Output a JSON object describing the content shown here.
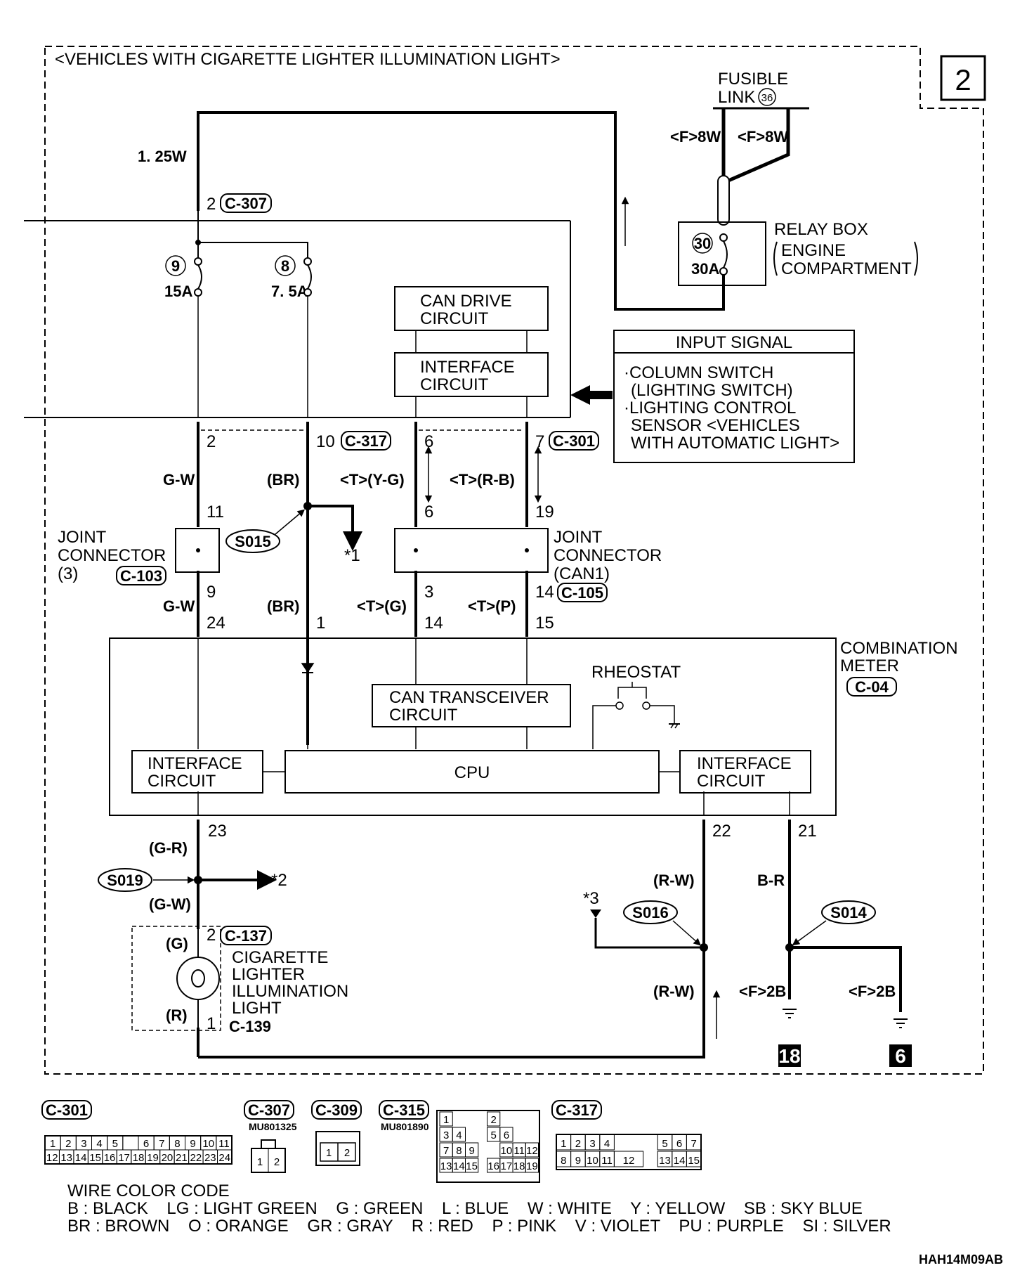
{
  "header": {
    "variant": "<VEHICLES WITH CIGARETTE LIGHTER ILLUMINATION LIGHT>",
    "page_box": "2"
  },
  "fusible_link": {
    "line1": "FUSIBLE",
    "line2": "LINK",
    "number": "36",
    "wire_left": "<F>8W",
    "wire_right": "<F>8W"
  },
  "relay_box": {
    "line1": "RELAY BOX",
    "line2": "ENGINE",
    "line3": "COMPARTMENT",
    "fuse_no": "30",
    "fuse_amp": "30A"
  },
  "top_wire": {
    "gauge": "1. 25W",
    "pin": "2",
    "connector": "C-307"
  },
  "fuses": [
    {
      "no": "9",
      "amp": "15A"
    },
    {
      "no": "8",
      "amp": "7. 5A"
    }
  ],
  "can_drive": {
    "line1": "CAN DRIVE",
    "line2": "CIRCUIT"
  },
  "interface_top": {
    "line1": "INTERFACE",
    "line2": "CIRCUIT"
  },
  "input_signal": {
    "title": "INPUT SIGNAL",
    "lines": [
      "·COLUMN SWITCH",
      "(LIGHTING SWITCH)",
      "·LIGHTING CONTROL",
      "SENSOR <VEHICLES",
      "WITH AUTOMATIC LIGHT>"
    ]
  },
  "row1": {
    "pin_a": "2",
    "pin_b": "10",
    "conn_b": "C-317",
    "pin_c": "6",
    "pin_d": "7",
    "conn_d": "C-301"
  },
  "row1_colors": {
    "a": "G-W",
    "b": "(BR)",
    "c": "<T>(Y-G)",
    "d": "<T>(R-B)"
  },
  "row2": {
    "pin_a": "11",
    "pin_c": "6",
    "pin_d": "19"
  },
  "splice_s015": "S015",
  "ref1": "*1",
  "jc3": {
    "line1": "JOINT",
    "line2": "CONNECTOR",
    "line3": "(3)",
    "conn": "C-103"
  },
  "jccan": {
    "line1": "JOINT",
    "line2": "CONNECTOR",
    "line3": "(CAN1)",
    "conn": "C-105"
  },
  "row3": {
    "pin_a": "9",
    "pin_c": "3",
    "pin_d": "14"
  },
  "row3_colors": {
    "a": "G-W",
    "b": "(BR)",
    "c": "<T>(G)",
    "d": "<T>(P)"
  },
  "row4": {
    "pin_a": "24",
    "pin_b": "1",
    "pin_c": "14",
    "pin_d": "15"
  },
  "combination_meter": {
    "line1": "COMBINATION",
    "line2": "METER",
    "conn": "C-04"
  },
  "rheostat": "RHEOSTAT",
  "can_transceiver": {
    "line1": "CAN TRANSCEIVER",
    "line2": "CIRCUIT"
  },
  "interface_left": {
    "line1": "INTERFACE",
    "line2": "CIRCUIT"
  },
  "interface_right": {
    "line1": "INTERFACE",
    "line2": "CIRCUIT"
  },
  "cpu": "CPU",
  "bottom_pins": {
    "left": "23",
    "mid": "22",
    "right": "21"
  },
  "bottom_colors": {
    "gr": "(G-R)",
    "gw": "(G-W)",
    "g": "(G)",
    "r": "(R)",
    "rw1": "(R-W)",
    "rw2": "(R-W)",
    "br": "B-R",
    "f2b_a": "<F>2B",
    "f2b_b": "<F>2B"
  },
  "splice_s019": "S019",
  "splice_s016": "S016",
  "splice_s014": "S014",
  "ref2": "*2",
  "ref3": "*3",
  "lamp": {
    "pin_top": "2",
    "conn_top": "C-137",
    "pin_bot": "1",
    "conn_bot": "C-139",
    "line1": "CIGARETTE",
    "line2": "LIGHTER",
    "line3": "ILLUMINATION",
    "line4": "LIGHT"
  },
  "grounds": {
    "left": "18",
    "right": "6"
  },
  "connectors": {
    "c301": {
      "label": "C-301",
      "row1": [
        "1",
        "2",
        "3",
        "4",
        "5",
        "",
        "6",
        "7",
        "8",
        "9",
        "10",
        "11"
      ],
      "row2": [
        "12",
        "13",
        "14",
        "15",
        "16",
        "17",
        "18",
        "19",
        "20",
        "21",
        "22",
        "23",
        "24"
      ]
    },
    "c307": {
      "label": "C-307",
      "part": "MU801325",
      "pins": [
        "1",
        "2"
      ]
    },
    "c309": {
      "label": "C-309",
      "pins": [
        "1",
        "2"
      ]
    },
    "c315": {
      "label": "C-315",
      "part": "MU801890",
      "pins": [
        "1",
        "2",
        "3",
        "4",
        "5",
        "6",
        "7",
        "8",
        "9",
        "10",
        "11",
        "12",
        "13",
        "14",
        "15",
        "16",
        "17",
        "18",
        "19"
      ]
    },
    "c317": {
      "label": "C-317",
      "row1": [
        "1",
        "2",
        "3",
        "4",
        "5",
        "6",
        "7"
      ],
      "row2": [
        "8",
        "9",
        "10",
        "11",
        "12",
        "13",
        "14",
        "15"
      ]
    }
  },
  "legend": {
    "title": "WIRE COLOR CODE",
    "line1": "B : BLACK    LG : LIGHT GREEN    G : GREEN    L : BLUE    W : WHITE    Y : YELLOW    SB : SKY BLUE",
    "line2": "BR : BROWN    O : ORANGE    GR : GRAY    R : RED    P : PINK    V : VIOLET    PU : PURPLE    SI : SILVER"
  },
  "doc_code": "HAH14M09AB"
}
